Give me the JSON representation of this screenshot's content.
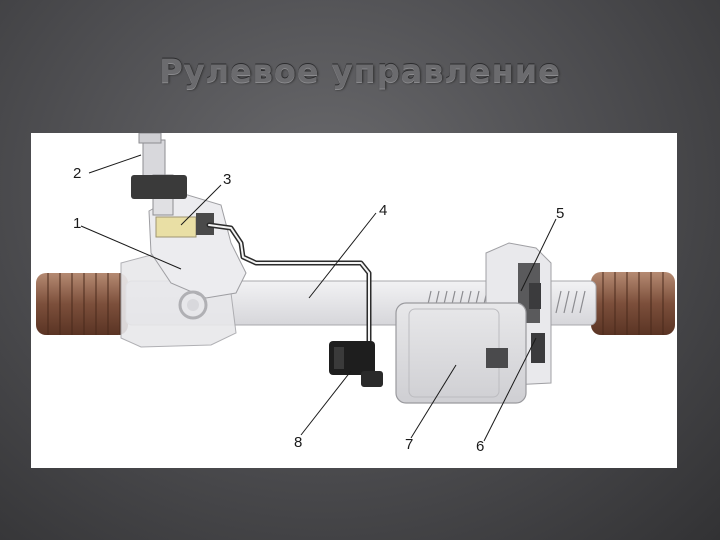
{
  "title": "Рулевое управление",
  "callouts": [
    {
      "id": "1",
      "label": "1"
    },
    {
      "id": "2",
      "label": "2"
    },
    {
      "id": "3",
      "label": "3"
    },
    {
      "id": "4",
      "label": "4"
    },
    {
      "id": "5",
      "label": "5"
    },
    {
      "id": "6",
      "label": "6"
    },
    {
      "id": "7",
      "label": "7"
    },
    {
      "id": "8",
      "label": "8"
    }
  ],
  "colors": {
    "background": "#4b4b4e",
    "title": "#6b6b6e",
    "boot": "#8a5a44",
    "housing": "#e6e6e8",
    "outline": "#9a9a9e",
    "pipe": "#2b2b2b",
    "cap": "#3a3a3a",
    "sensor": "#1e1e1e"
  }
}
